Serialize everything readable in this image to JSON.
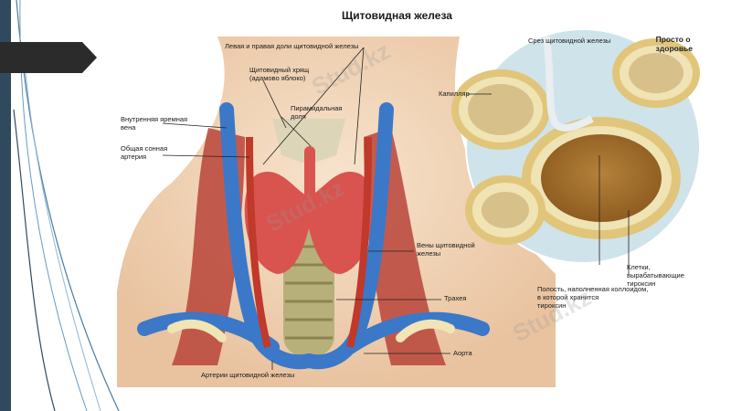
{
  "figure": {
    "title": "Щитовидная железа",
    "labels": {
      "lobes": "Левая и правая доли щитовидной железы",
      "cartilage": "Щитовидный хрящ\n(адамово яблоко)",
      "pyramidal": "Пирамидальная\nдоля",
      "jugular": "Внутренняя яремная\nвена",
      "carotid": "Общая сонная\nартерия",
      "veins": "Вены щитовидной\nжелезы",
      "trachea": "Трахея",
      "aorta": "Аорта",
      "arteries": "Артерии щитовидной железы",
      "section": "Срез щитовидной железы",
      "capillary": "Капилляр",
      "cells": "Клетки,\nвырабатывающие\nтироксин",
      "cavity": "Полость, наполненная коллоидом,\nв которой хранится\nтироксин"
    },
    "brand": "Просто о\nздоровье",
    "watermark": "Stud.kz"
  },
  "colors": {
    "band": "#2f4a5e",
    "vein": "#3b78c8",
    "artery": "#c0392b",
    "gland": "#d9534f",
    "colloid": "#b0762c"
  }
}
